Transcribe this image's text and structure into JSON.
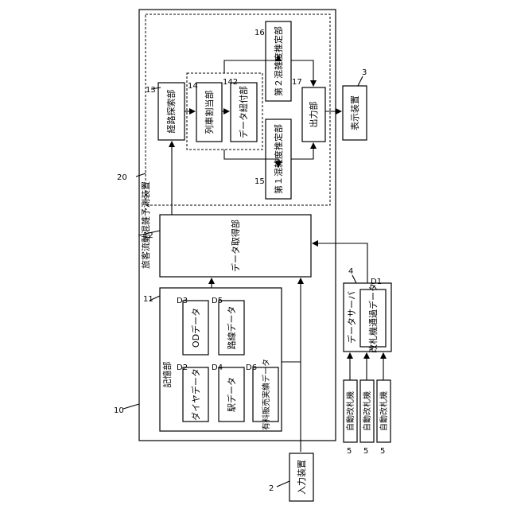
{
  "labels": {
    "device_title": "旅客流動混雑予測装置",
    "storage": "記憶部",
    "data_acq": "データ取得部",
    "route_search": "経路探索部",
    "train_assign": "列車割当部",
    "data_attach": "データ紐付部",
    "cong1": "第１混雑度推定部",
    "cong2": "第２混雑度推定部",
    "output": "出力部",
    "display": "表示装置",
    "input": "入力装置",
    "server": "データサーバ",
    "gate_data": "改札機通過データ",
    "dia": "ダイヤデータ",
    "station": "駅データ",
    "ticket": "有料販売実績データ",
    "od": "ODデータ",
    "route_data": "路線データ",
    "gate1": "自動改札機",
    "gate2": "自動改札機",
    "gate3": "自動改札機"
  },
  "refs": {
    "r10": "10",
    "r11": "11",
    "r12": "12",
    "r13": "13",
    "r14": "14",
    "r142": "142",
    "r15": "15",
    "r16": "16",
    "r17": "17",
    "r20": "20",
    "r2": "2",
    "r3": "3",
    "r4": "4",
    "rD1": "D1",
    "rD2": "D2",
    "rD3": "D3",
    "rD4": "D4",
    "rD5": "D5",
    "rD6": "D6",
    "r5a": "5",
    "r5b": "5",
    "r5c": "5"
  }
}
